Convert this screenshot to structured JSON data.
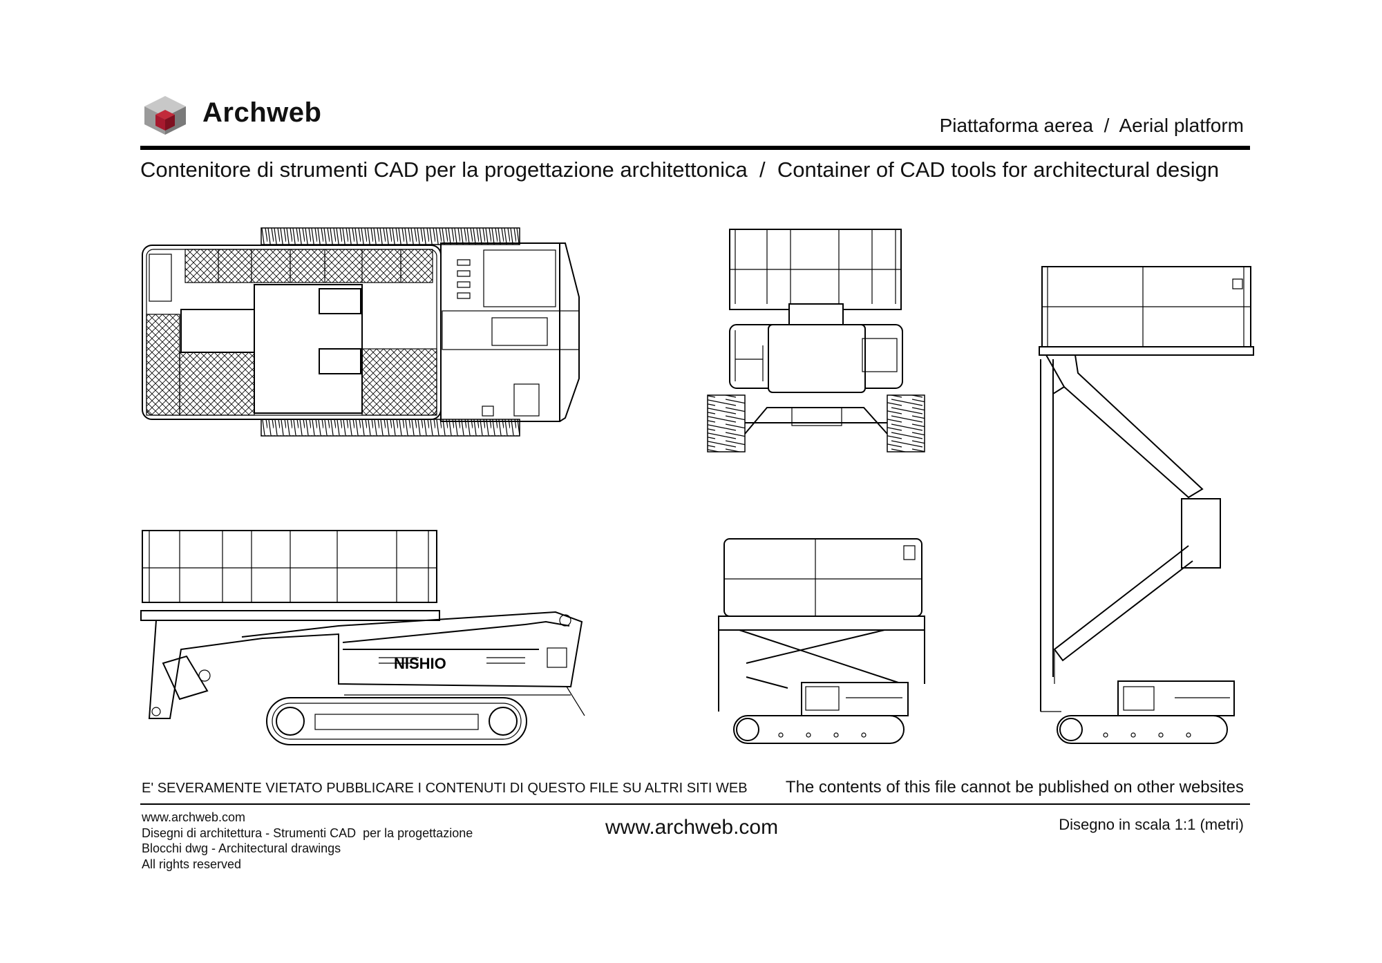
{
  "header": {
    "brand": "Archweb",
    "sheet_title": "Piattaforma aerea  /  Aerial platform",
    "subtitle": "Contenitore di strumenti CAD per la progettazione architettonica  /  Container of CAD tools for architectural design"
  },
  "drawings": {
    "views": [
      {
        "name": "top-view"
      },
      {
        "name": "front-view"
      },
      {
        "name": "side-view-folded"
      },
      {
        "name": "rear-view-folded"
      },
      {
        "name": "side-view-extended"
      }
    ],
    "brand_on_machine": "NISHIO"
  },
  "notices": {
    "it": "E' SEVERAMENTE VIETATO PUBBLICARE I CONTENUTI DI QUESTO FILE SU ALTRI SITI WEB",
    "en": "The contents of this file cannot be published on other websites"
  },
  "footer": {
    "left_lines": [
      "www.archweb.com",
      "Disegni di architettura - Strumenti CAD  per la progettazione",
      "Blocchi dwg - Architectural drawings",
      "All rights reserved"
    ],
    "center": "www.archweb.com",
    "scale": "Disegno in scala 1:1 (metri)"
  },
  "colors": {
    "logo_red": "#a6192e",
    "logo_grey_light": "#c8c8c8",
    "logo_grey_dark": "#8a8a8a"
  }
}
